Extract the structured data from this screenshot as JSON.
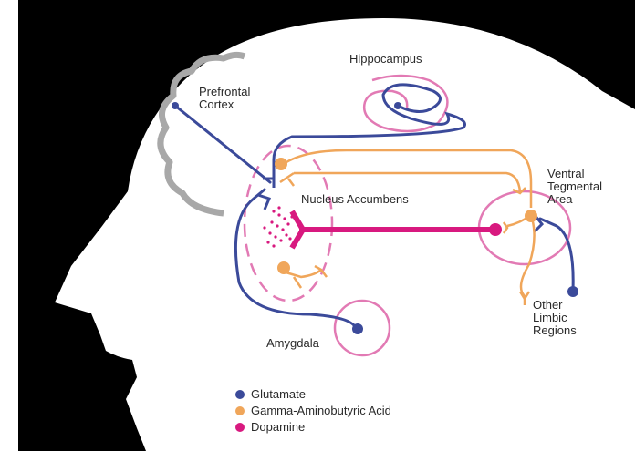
{
  "labels": {
    "prefrontal_cortex": "Prefrontal\nCortex",
    "hippocampus": "Hippocampus",
    "nucleus_accumbens": "Nucleus Accumbens",
    "ventral_tegmental_area": "Ventral\nTegmental\nArea",
    "other_limbic_regions": "Other\nLimbic\nRegions",
    "amygdala": "Amygdala"
  },
  "legend": [
    {
      "label": "Glutamate",
      "color": "#3b4a9a"
    },
    {
      "label": "Gamma-Aminobutyric Acid",
      "color": "#f0a65a"
    },
    {
      "label": "Dopamine",
      "color": "#d8197f"
    }
  ],
  "colors": {
    "background": "#000000",
    "head": "#ffffff",
    "cortex_outline": "#a8a8a8",
    "region_outline": "#e27ab4"
  }
}
